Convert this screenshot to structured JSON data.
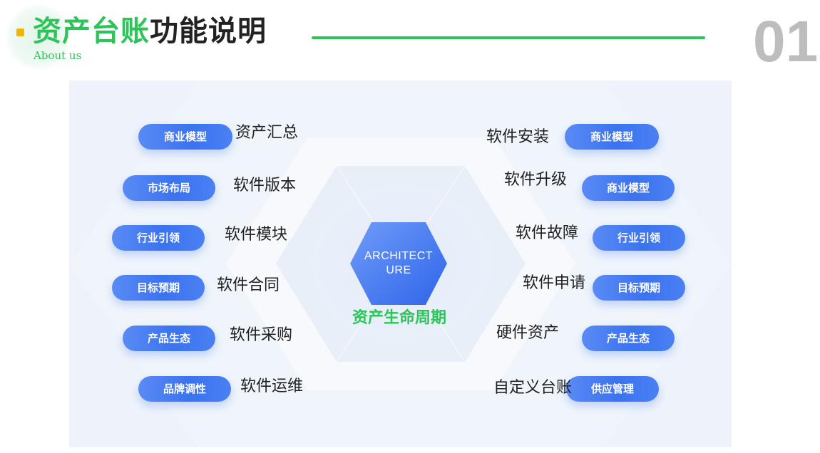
{
  "header": {
    "title_green": "资产台账",
    "title_dark": "功能说明",
    "subtitle": "About us",
    "page_number": "01"
  },
  "diagram": {
    "center_title": "ARCHITECTURE",
    "center_title_line1": "ARCHITECT",
    "center_title_line2": "URE",
    "center_label": "资产生命周期",
    "left_items": [
      {
        "label": "资产汇总",
        "pill": "商业模型"
      },
      {
        "label": "软件版本",
        "pill": "市场布局"
      },
      {
        "label": "软件模块",
        "pill": "行业引领"
      },
      {
        "label": "软件合同",
        "pill": "目标预期"
      },
      {
        "label": "软件采购",
        "pill": "产品生态"
      },
      {
        "label": "软件运维",
        "pill": "品牌调性"
      }
    ],
    "right_items": [
      {
        "label": "软件安装",
        "pill": "商业模型"
      },
      {
        "label": "软件升级",
        "pill": "商业模型"
      },
      {
        "label": "软件故障",
        "pill": "行业引领"
      },
      {
        "label": "软件申请",
        "pill": "目标预期"
      },
      {
        "label": "硬件资产",
        "pill": "产品生态"
      },
      {
        "label": "自定义台账",
        "pill": "供应管理"
      }
    ]
  },
  "colors": {
    "accent_green": "#2ec45a",
    "pill_blue": "#3b73f0",
    "bullet_yellow": "#f5b400",
    "page_number_gray": "#bdbdbd"
  }
}
